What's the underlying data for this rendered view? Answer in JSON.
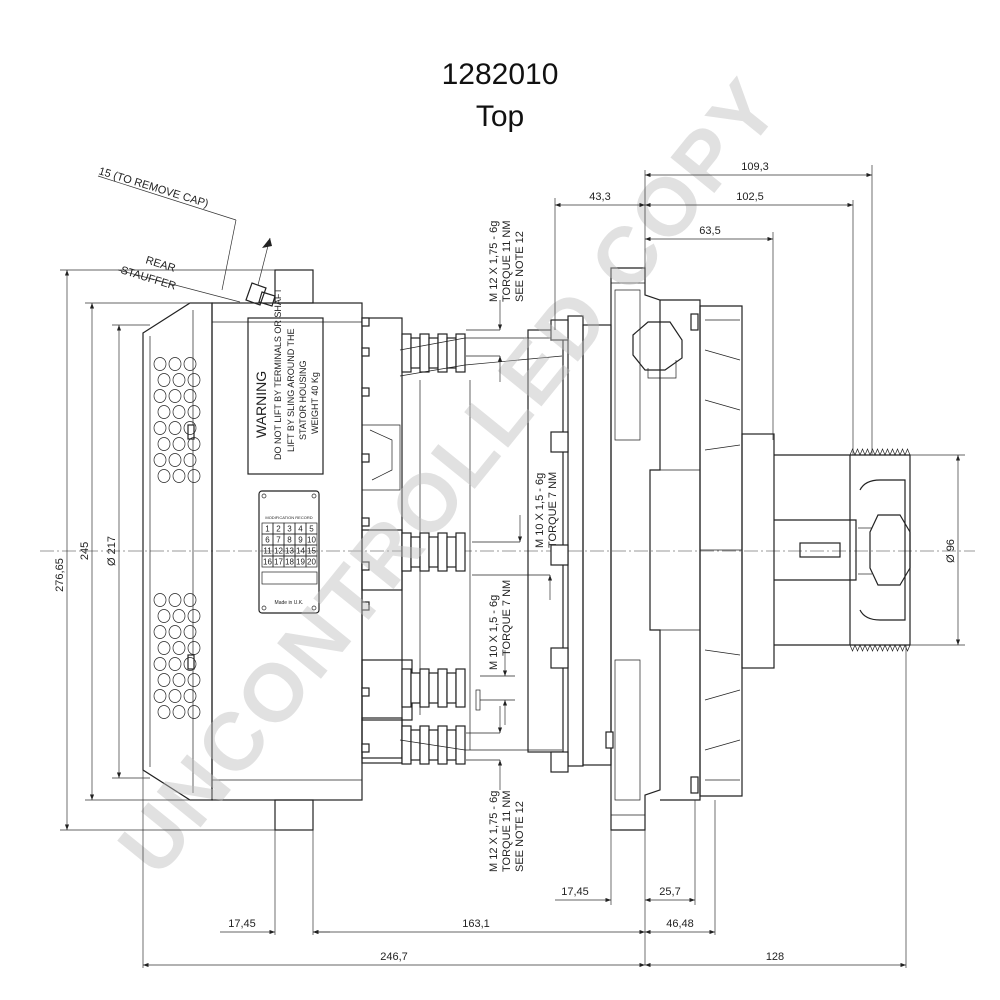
{
  "title": {
    "part_number": "1282010",
    "view": "Top"
  },
  "watermark": "UNCONTROLLED COPY",
  "warning_label": {
    "heading": "WARNING",
    "lines": [
      "DO NOT LIFT BY TERMINALS OR SHAFT",
      "LIFT BY SLING AROUND THE",
      "STATOR HOUSING",
      "WEIGHT 40 Kg"
    ]
  },
  "mod_plate": {
    "header": "MODIFICATION RECORD",
    "rows": [
      [
        "1",
        "2",
        "3",
        "4",
        "5"
      ],
      [
        "6",
        "7",
        "8",
        "9",
        "10"
      ],
      [
        "11",
        "12",
        "13",
        "14",
        "15"
      ],
      [
        "16",
        "17",
        "18",
        "19",
        "20"
      ]
    ],
    "footer": "Made in U.K."
  },
  "notes": {
    "cap": "15 (TO REMOVE CAP)",
    "rear": "REAR",
    "stauffer": "STAUFFER"
  },
  "callouts": {
    "top_terminal": [
      "M 12 X 1,75 - 6g",
      "TORQUE 11 NM",
      "SEE NOTE 12"
    ],
    "mid_terminal": [
      "M 10 X 1,5 - 6g",
      "TORQUE 7 NM"
    ],
    "lower_terminal": [
      "M 10 X 1,5 - 6g",
      "TORQUE 7 NM"
    ],
    "bottom_terminal": [
      "M 12 X 1,75 - 6g",
      "TORQUE 11 NM",
      "SEE NOTE 12"
    ]
  },
  "dimensions": {
    "d109_3": "109,3",
    "d43_3": "43,3",
    "d102_5": "102,5",
    "d63_5": "63,5",
    "d276_65": "276,65",
    "d245": "245",
    "d217": "Ø 217",
    "d96": "Ø 96",
    "d17_45_top": "17,45",
    "d25_7": "25,7",
    "d17_45_bottom": "17,45",
    "d163_1": "163,1",
    "d46_48": "46,48",
    "d246_7": "246,7",
    "d128": "128"
  }
}
